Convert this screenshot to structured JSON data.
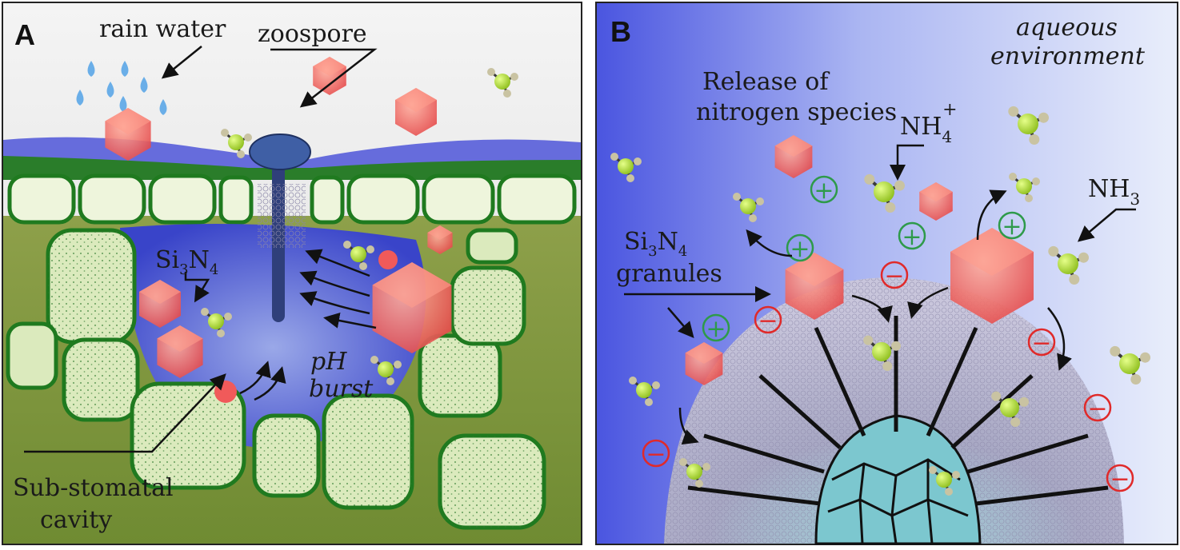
{
  "panelA": {
    "letter": "A",
    "rain": "rain water",
    "zoospore": "zoospore",
    "si3n4": {
      "pre1": "Si",
      "sub1": "3",
      "mid": "N",
      "sub2": "4"
    },
    "ph_line1": "pH",
    "ph_line2": "burst",
    "cavity_line1": "Sub-stomatal",
    "cavity_line2": "cavity"
  },
  "panelB": {
    "letter": "B",
    "aqueous_line1": "aqueous",
    "aqueous_line2": "environment",
    "release_line1": "Release of",
    "release_line2": "nitrogen species",
    "nh4": {
      "base": "NH",
      "sub": "4",
      "sup": "+"
    },
    "nh3": {
      "base": "NH",
      "sub": "3"
    },
    "granules": {
      "pre1": "Si",
      "sub1": "3",
      "mid": "N",
      "sub2": "4",
      "line2": "granules"
    },
    "plus_symbol": "+",
    "minus_symbol": "−"
  },
  "colors": {
    "leaf_green": "#7f9a3c",
    "cell_fill": "#e4efcc",
    "cell_stroke": "#1f7a1f",
    "crystal": "#f26a6a",
    "molecule": "#b6e03c",
    "plus_ring": "#2e9a4a",
    "minus_ring": "#e02a2a",
    "water_blue": "#3f4fd8",
    "fibre_core": "#7cc7cf"
  }
}
